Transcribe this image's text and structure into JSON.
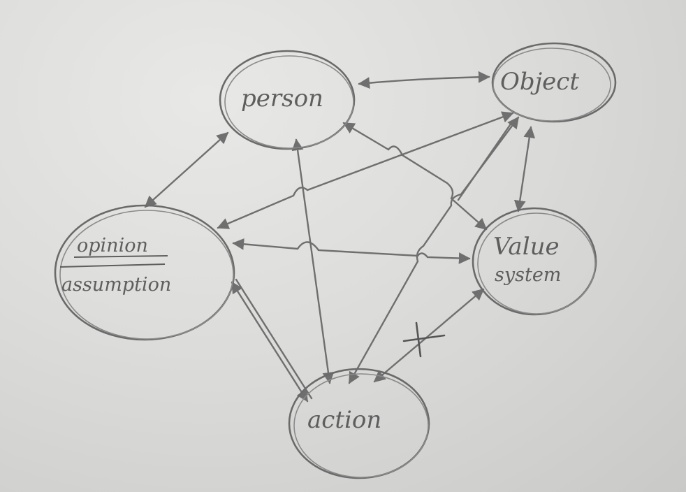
{
  "nodes": {
    "person": "person",
    "object": "Object",
    "opinion": "opinion",
    "assumption": "assumption",
    "value_line1": "Value",
    "value_line2": "system",
    "action": "action"
  },
  "colors": {
    "paper": "#dcdcda",
    "pencil": "#6a6a6a"
  },
  "edges": [
    {
      "from": "person",
      "to": "object"
    },
    {
      "from": "person",
      "to": "opinion/assumption"
    },
    {
      "from": "person",
      "to": "action"
    },
    {
      "from": "person",
      "to": "Value system"
    },
    {
      "from": "Object",
      "to": "opinion/assumption"
    },
    {
      "from": "Object",
      "to": "Value system"
    },
    {
      "from": "Object",
      "to": "action"
    },
    {
      "from": "opinion/assumption",
      "to": "Value system"
    },
    {
      "from": "opinion/assumption",
      "to": "action"
    },
    {
      "from": "Value system",
      "to": "action",
      "crossed": true
    }
  ]
}
